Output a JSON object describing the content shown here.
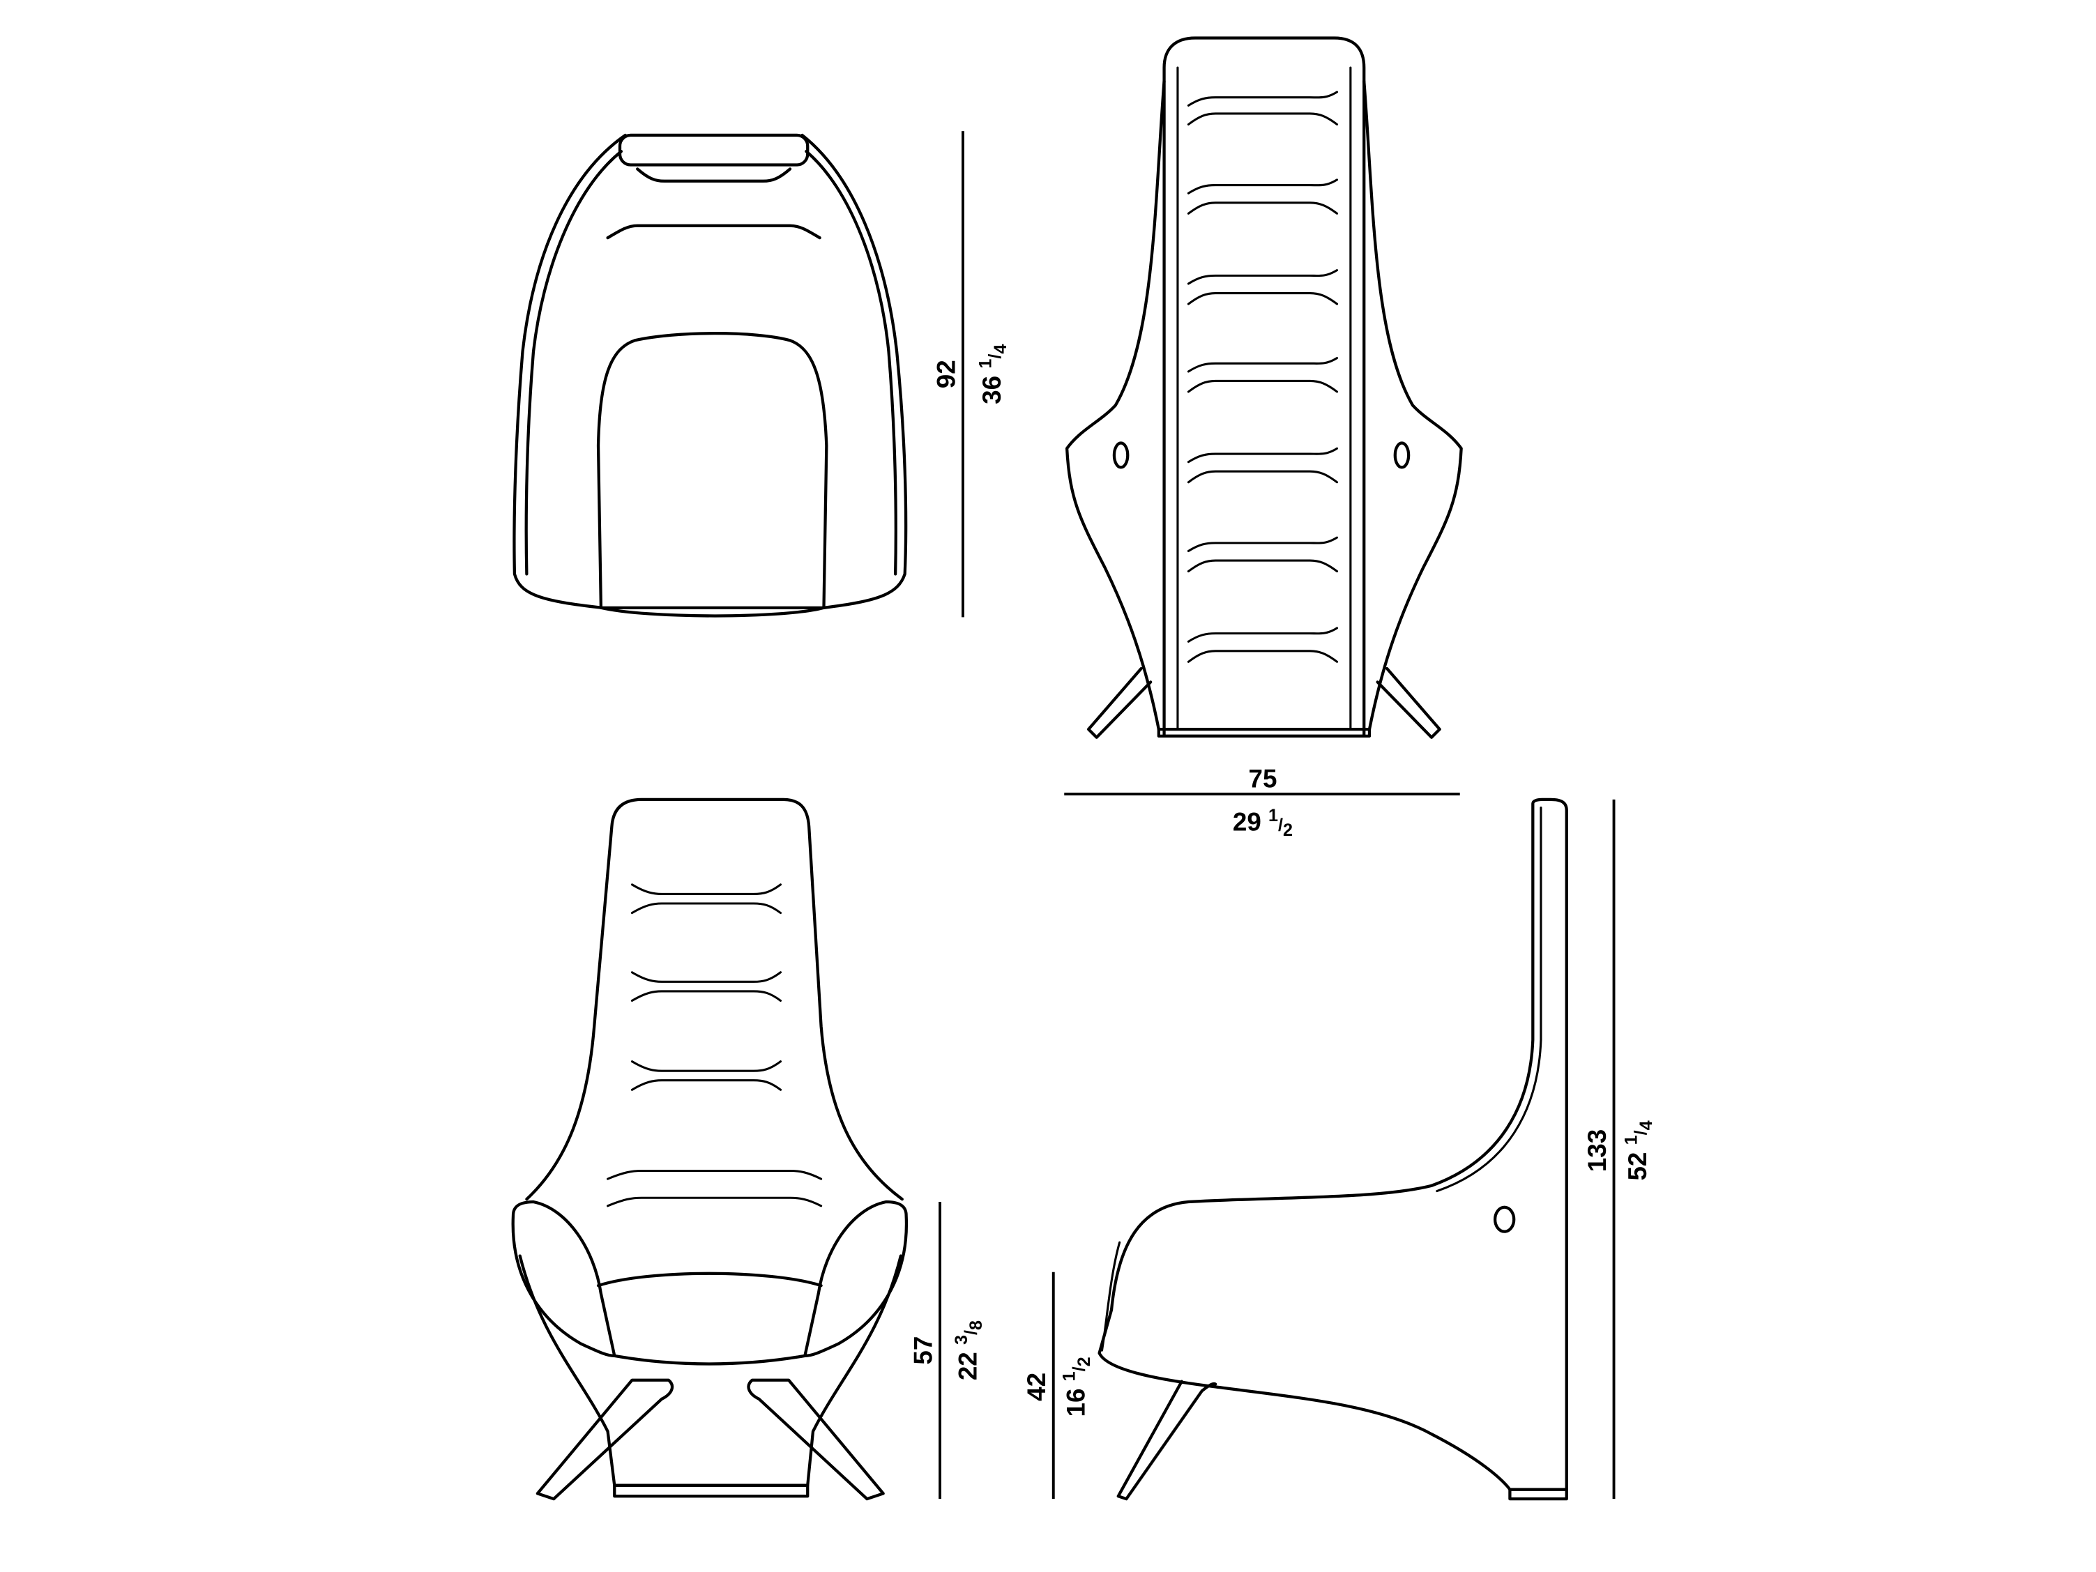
{
  "views": {
    "top": {
      "depth": {
        "cm": "92",
        "in_whole": "36",
        "in_num": "1",
        "in_den": "4"
      }
    },
    "back": {
      "width": {
        "cm": "75",
        "in_whole": "29",
        "in_num": "1",
        "in_den": "2"
      }
    },
    "front": {
      "arm_height": {
        "cm": "57",
        "in_whole": "22",
        "in_num": "3",
        "in_den": "8"
      }
    },
    "side": {
      "seat_height": {
        "cm": "42",
        "in_whole": "16",
        "in_num": "1",
        "in_den": "2"
      },
      "total_height": {
        "cm": "133",
        "in_whole": "52",
        "in_num": "1",
        "in_den": "4"
      }
    }
  },
  "colors": {
    "line": "#000000",
    "background": "#ffffff"
  }
}
